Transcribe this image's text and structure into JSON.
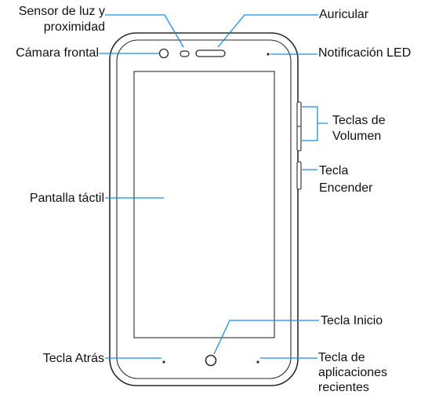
{
  "labels": {
    "sensor_line1": "Sensor de luz y",
    "sensor_line2": "proximidad",
    "camera": "Cámara  frontal",
    "screen": "Pantalla táctil",
    "back": "Tecla Atrás",
    "earpiece": "Auricular",
    "led": "Notificación LED",
    "volume_line1": "Teclas de",
    "volume_line2": "Volumen",
    "power_line1": "Tecla",
    "power_line2": "Encender",
    "home": "Tecla Inicio",
    "recent_line1": "Tecla de",
    "recent_line2": "aplicaciones",
    "recent_line3": "recientes"
  },
  "colors": {
    "callout_line": "#1a8fe3",
    "outline": "#2b2b2b",
    "text": "#111111"
  }
}
